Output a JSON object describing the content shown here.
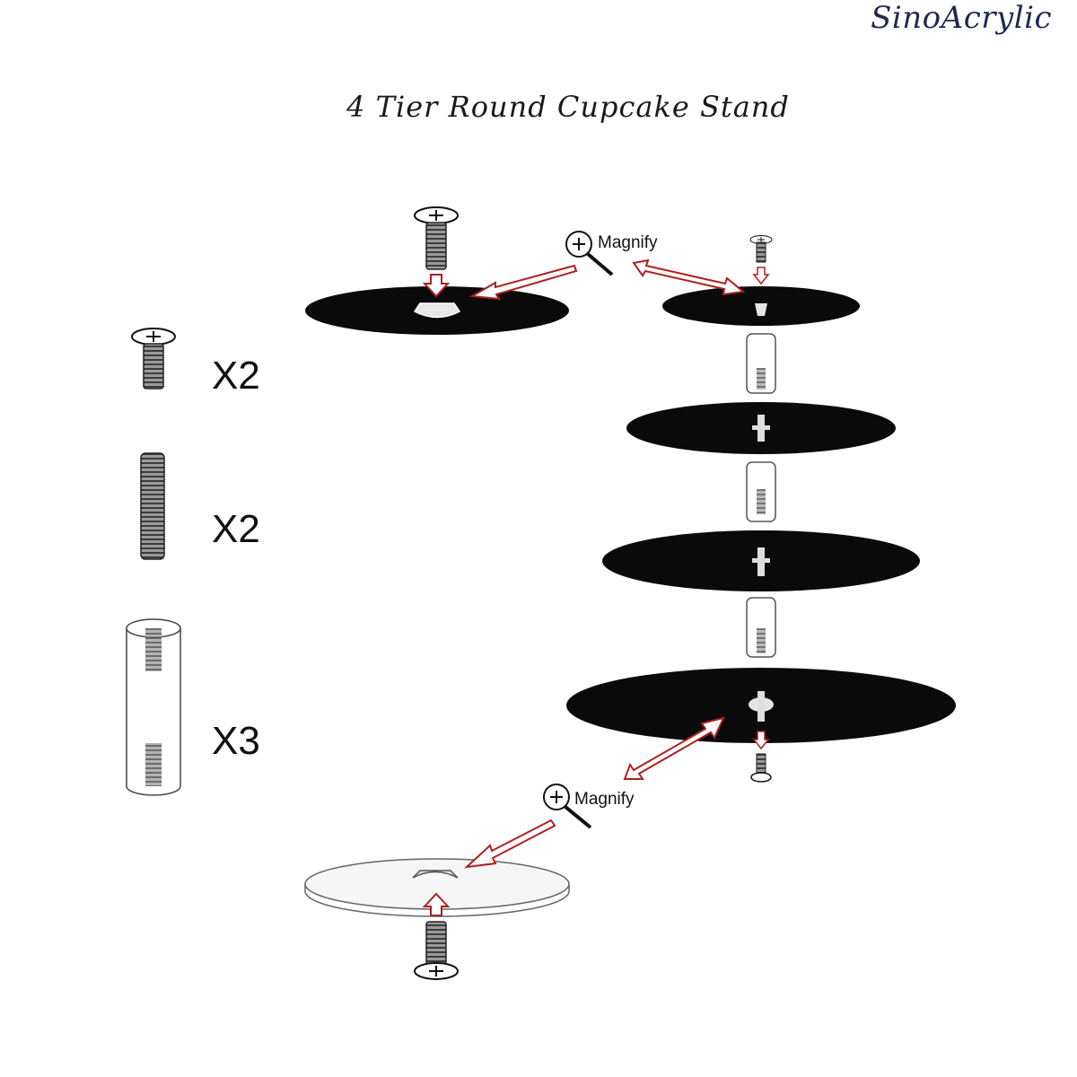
{
  "brand": "SinoAcrylic",
  "title": "4 Tier Round Cupcake Stand",
  "parts": [
    {
      "part": "screw",
      "quantity": "X2"
    },
    {
      "part": "threaded-rod",
      "quantity": "X2"
    },
    {
      "part": "acrylic-tube",
      "quantity": "X3"
    }
  ],
  "magnify_label": "Magnify",
  "tiers": 4,
  "colors": {
    "plate": "#0a0a0a",
    "arrow": "#b01f1f",
    "text": "#111111",
    "brand": "#1f2a4f"
  },
  "icons": [
    "magnify-icon",
    "screw-icon",
    "threaded-rod-icon",
    "acrylic-tube-icon"
  ]
}
